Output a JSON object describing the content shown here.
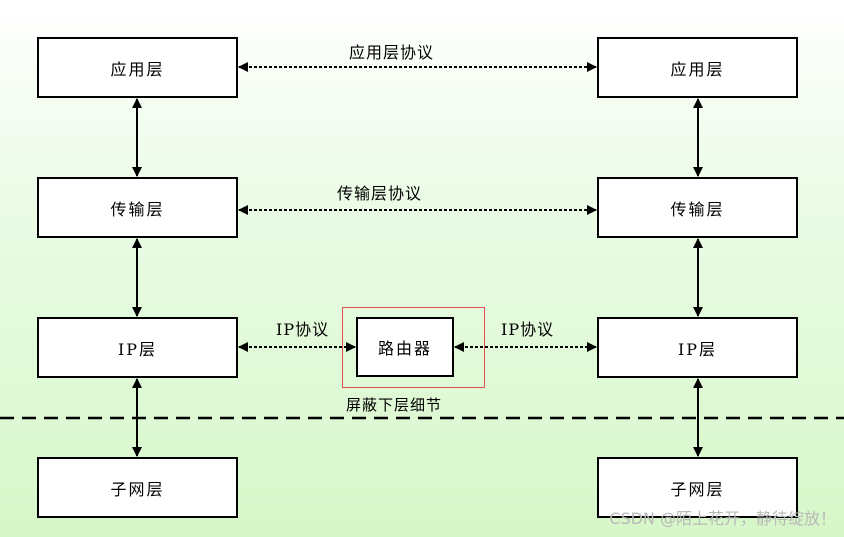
{
  "left_stack": {
    "application": "应用层",
    "transport": "传输层",
    "ip": "IP层",
    "subnet": "子网层"
  },
  "right_stack": {
    "application": "应用层",
    "transport": "传输层",
    "ip": "IP层",
    "subnet": "子网层"
  },
  "router": "路由器",
  "protocols": {
    "application": "应用层协议",
    "transport": "传输层协议",
    "ip_left": "IP协议",
    "ip_right": "IP协议"
  },
  "boundary_label": "屏蔽下层细节",
  "watermark": "CSDN @陌上花开，静待绽放！",
  "colors": {
    "highlight_border": "#e0504f"
  }
}
